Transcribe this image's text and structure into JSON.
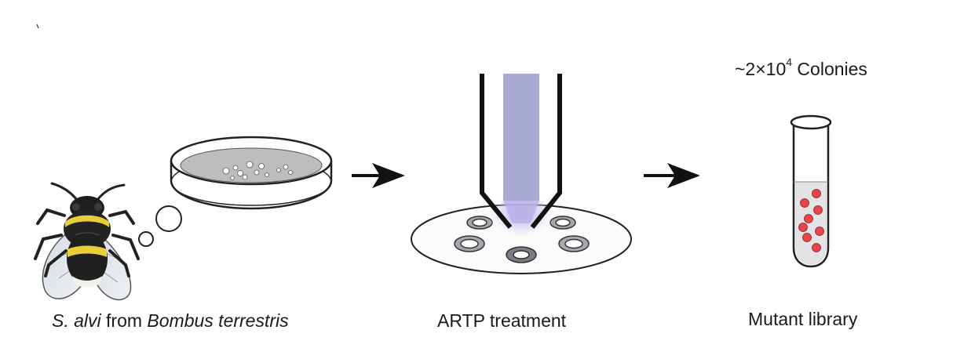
{
  "captions": {
    "bee_step": {
      "species_italic": "S. alvi",
      "connector": " from ",
      "host_italic": "Bombus terrestris"
    },
    "artp_step": "ARTP treatment",
    "library_step": "Mutant library"
  },
  "colony_count": {
    "prefix": "~2×10",
    "exponent": "4",
    "suffix": " Colonies"
  },
  "colors": {
    "plasma_beam": "#a9a9d6",
    "plasma_glow": "#b9b0e6",
    "colony_red": "#e8454b",
    "bee_yellow": "#e8cf3a",
    "agar_gray": "#bdbdbd"
  },
  "icons": [
    "bee-icon",
    "thought-bubble-icon",
    "petri-dish-icon",
    "arrow-right-icon",
    "artp-nozzle-icon",
    "sample-plate-icon",
    "test-tube-icon"
  ]
}
